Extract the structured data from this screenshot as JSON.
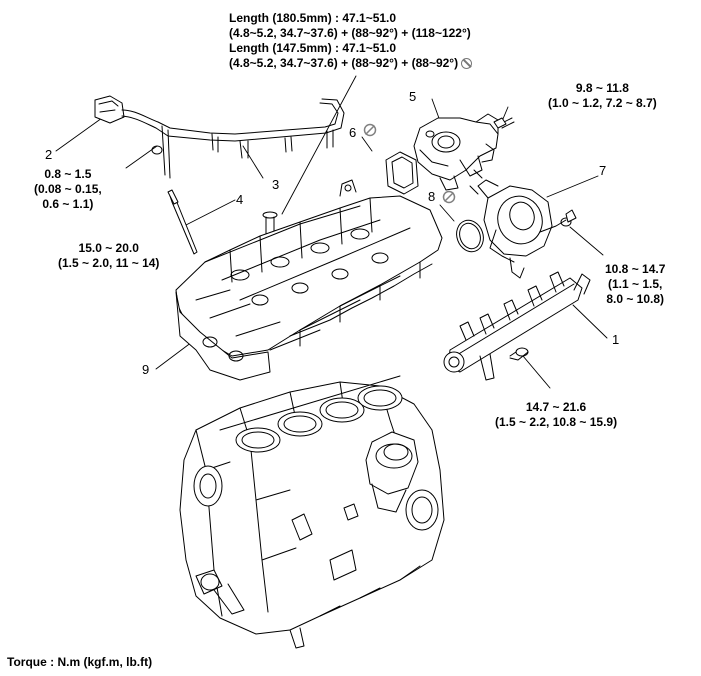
{
  "callouts": {
    "c1": "1",
    "c2": "2",
    "c3": "3",
    "c4": "4",
    "c5": "5",
    "c6": "6",
    "c7": "7",
    "c8": "8",
    "c9": "9"
  },
  "torque_specs": {
    "head_bolt_line1": "Length (180.5mm) : 47.1~51.0",
    "head_bolt_line2": "(4.8~5.2, 34.7~37.6) + (88~92°) + (118~122°)",
    "head_bolt_line3": "Length (147.5mm) : 47.1~51.0",
    "head_bolt_line4": "(4.8~5.2, 34.7~37.6) + (88~92°) + (88~92°)",
    "thermostat_line1": "9.8 ~ 11.8",
    "thermostat_line2": "(1.0 ~ 1.2, 7.2 ~ 8.7)",
    "harness_line1": "0.8 ~ 1.5",
    "harness_line2": "(0.08 ~ 0.15,",
    "harness_line3": "0.6 ~ 1.1)",
    "glow_line1": "15.0 ~ 20.0",
    "glow_line2": "(1.5 ~ 2.0, 11 ~ 14)",
    "vacuum_line1": "10.8 ~ 14.7",
    "vacuum_line2": "(1.1 ~ 1.5,",
    "vacuum_line3": "8.0 ~ 10.8)",
    "rail_line1": "14.7 ~ 21.6",
    "rail_line2": "(1.5 ~ 2.2, 10.8 ~ 15.9)"
  },
  "footer": {
    "torque_unit": "Torque : N.m (kgf.m, lb.ft)"
  },
  "icons": [
    "do-not-reuse-icon"
  ]
}
